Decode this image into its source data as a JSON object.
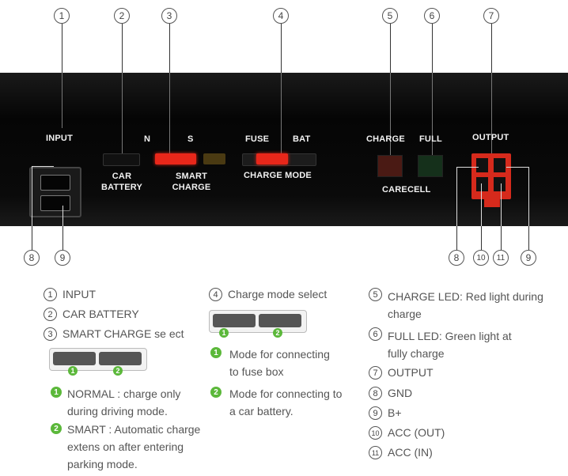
{
  "callouts_top": [
    "1",
    "2",
    "3",
    "4",
    "5",
    "6",
    "7"
  ],
  "callouts_bottom": [
    "8",
    "9",
    "8",
    "10",
    "11",
    "9"
  ],
  "panel": {
    "input": "INPUT",
    "n": "N",
    "s": "S",
    "fuse": "FUSE",
    "bat": "BAT",
    "charge": "CHARGE",
    "full": "FULL",
    "output": "OUTPUT",
    "car_battery_1": "CAR",
    "car_battery_2": "BATTERY",
    "smart_charge_1": "SMART",
    "smart_charge_2": "CHARGE",
    "charge_mode": "CHARGE MODE",
    "carecell": "CARECELL"
  },
  "legend_left": {
    "items": [
      {
        "num": "1",
        "text": "INPUT"
      },
      {
        "num": "2",
        "text": "CAR BATTERY"
      },
      {
        "num": "3",
        "text": "SMART CHARGE se ect"
      }
    ],
    "switch_nums": [
      "1",
      "2"
    ],
    "notes": [
      {
        "num": "1",
        "lines": [
          "NORMAL : charge only",
          "during driving mode."
        ]
      },
      {
        "num": "2",
        "lines": [
          "SMART : Automatic charge",
          "extens on after entering",
          "parking mode."
        ]
      }
    ]
  },
  "legend_mid": {
    "item": {
      "num": "4",
      "text": "Charge mode select"
    },
    "switch_nums": [
      "1",
      "2"
    ],
    "notes": [
      {
        "num": "1",
        "lines": [
          "Mode for connecting",
          "to fuse box"
        ]
      },
      {
        "num": "2",
        "lines": [
          "Mode for connecting to",
          "a car battery."
        ]
      }
    ]
  },
  "legend_right": {
    "items": [
      {
        "num": "5",
        "lines": [
          "CHARGE LED: Red light during",
          "charge"
        ]
      },
      {
        "num": "6",
        "lines": [
          "FULL LED: Green light at",
          "fully charge"
        ]
      },
      {
        "num": "7",
        "lines": [
          "OUTPUT"
        ]
      },
      {
        "num": "8",
        "lines": [
          "GND"
        ]
      },
      {
        "num": "9",
        "lines": [
          "B+"
        ]
      },
      {
        "num": "10",
        "lines": [
          "ACC (OUT)"
        ]
      },
      {
        "num": "11",
        "lines": [
          "ACC (IN)"
        ]
      }
    ]
  },
  "colors": {
    "switch_red": "#e8271a",
    "led_red": "#5a1a12",
    "led_green": "#14301a",
    "accent_green": "#5bb83a"
  }
}
